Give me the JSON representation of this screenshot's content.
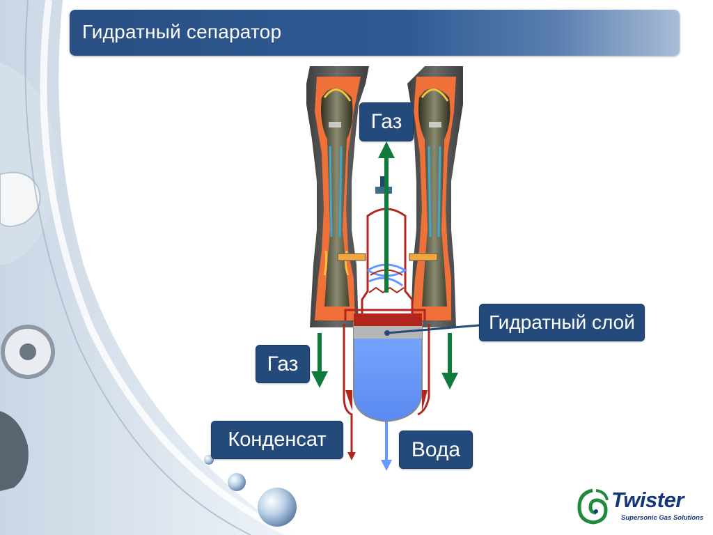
{
  "slide": {
    "title": "Гидратный сепаратор"
  },
  "diagram": {
    "labels": {
      "gas_top": "Газ",
      "hydrate_layer": "Гидратный слой",
      "gas_left": "Газ",
      "condensate": "Конденсат",
      "water": "Вода"
    },
    "colors": {
      "label_box": "#234a7a",
      "gas_arrow": "#0f7a3c",
      "condensate": "#b3261e",
      "water": "#6699ff",
      "hydrate_layer": "#b6b6b6",
      "tube_orange": "#f0703a",
      "tube_casing": "#4a4a4a"
    }
  },
  "logo": {
    "name": "Twister",
    "tagline": "Supersonic Gas Solutions",
    "icon": "twister-swirl-icon"
  }
}
